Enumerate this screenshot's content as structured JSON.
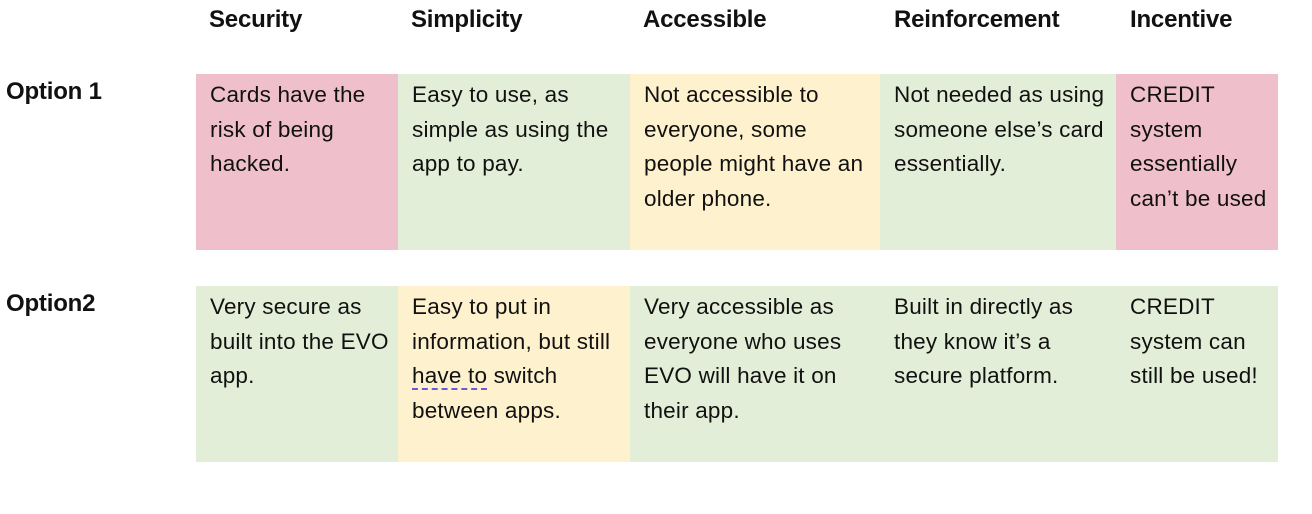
{
  "headers": [
    "Security",
    "Simplicity",
    "Accessible",
    "Reinforcement",
    "Incentive"
  ],
  "rows": [
    {
      "label": "Option 1",
      "cells": [
        {
          "text": "Cards have the risk of being hacked.",
          "color": "#efc0cb"
        },
        {
          "text": "Easy to use, as simple as using the app to pay.",
          "color": "#e2eed7"
        },
        {
          "text": "Not accessible to everyone, some people might have an older phone.",
          "color": "#fef1cd"
        },
        {
          "text": "Not needed as using someone else’s card essentially.",
          "color": "#e2eed7"
        },
        {
          "text": "CREDIT system essentially can’t be used",
          "color": "#efc0cb"
        }
      ]
    },
    {
      "label": "Option2",
      "cells": [
        {
          "text": "Very secure as built into the EVO app.",
          "color": "#e2eed7"
        },
        {
          "text_before": "Easy to put in information, but still ",
          "text_underlined": "have to",
          "text_after": " switch between apps.",
          "color": "#fef1cd"
        },
        {
          "text": "Very accessible as everyone who uses EVO will have it on their app.",
          "color": "#e2eed7"
        },
        {
          "text": "Built in directly as they know it’s a secure platform.",
          "color": "#e2eed7"
        },
        {
          "text": "CREDIT system can still be used!",
          "color": "#e2eed7"
        }
      ]
    }
  ]
}
